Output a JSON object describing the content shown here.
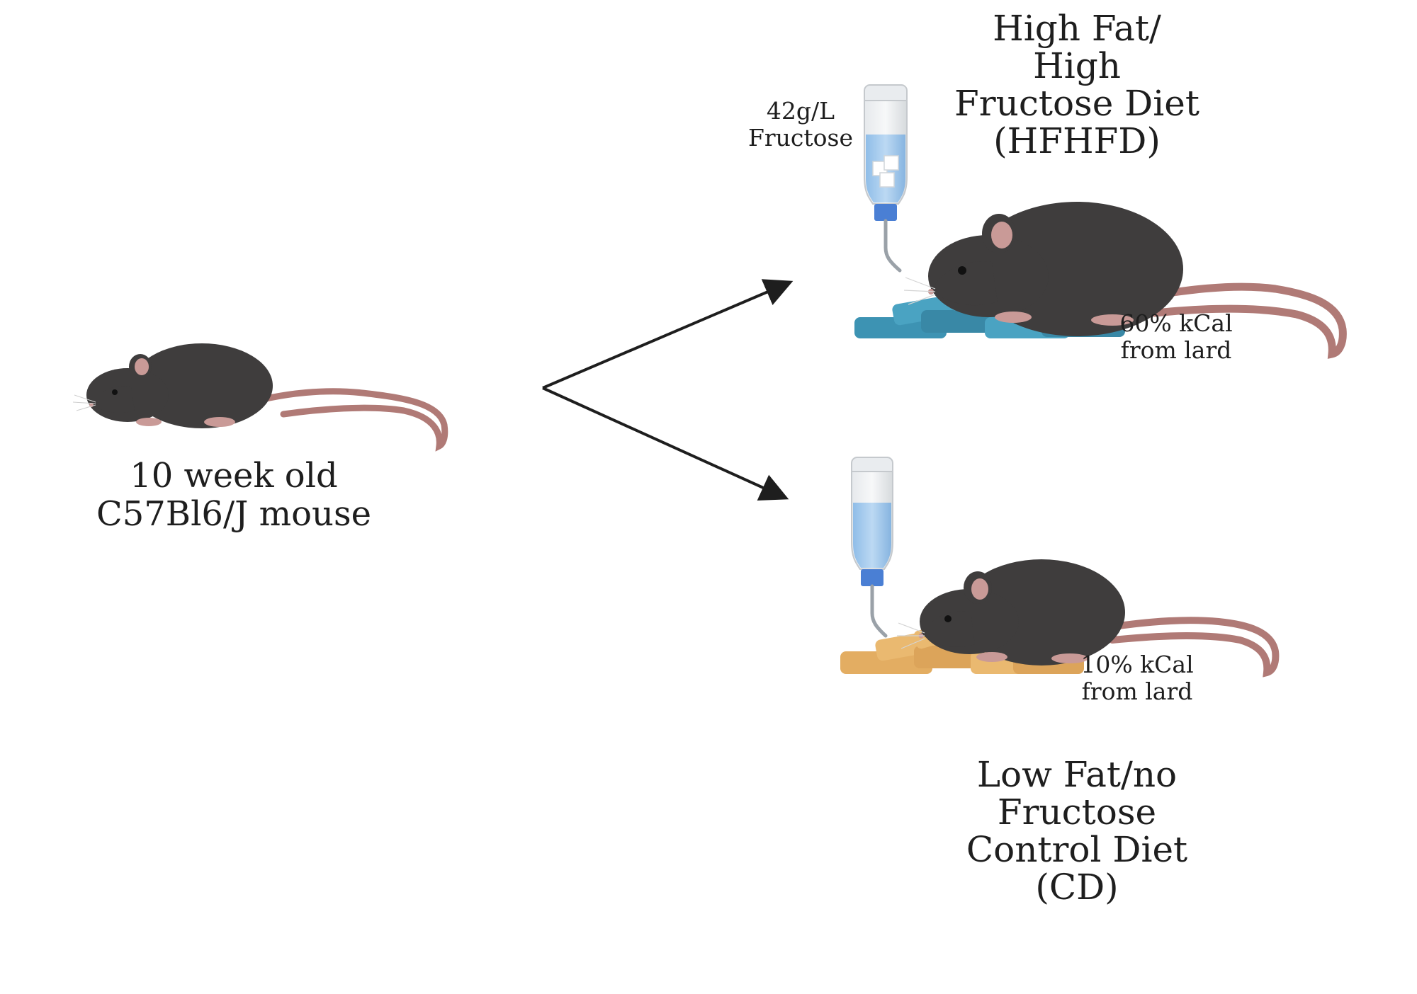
{
  "start": {
    "label_lines": [
      "10 week old",
      "C57Bl6/J mouse"
    ]
  },
  "hfhfd": {
    "title_lines": [
      "High Fat/",
      "High",
      "Fructose Diet",
      "(HFHFD)"
    ],
    "water_lines": [
      "42g/L",
      "Fructose"
    ],
    "fat_lines": [
      "60% kCal",
      "from lard"
    ],
    "chow_color": "#3d93b3"
  },
  "cd": {
    "title_lines": [
      "Low Fat/no",
      "Fructose",
      "Control Diet",
      "(CD)"
    ],
    "fat_lines": [
      "10% kCal",
      "from lard"
    ],
    "chow_color": "#e8b56a"
  },
  "colors": {
    "mouse_body": "#3f3d3d",
    "mouse_ear": "#c99a97",
    "mouse_tail": "#b07a76",
    "water": "#a9cdee",
    "bottle_cap": "#4a7fd4",
    "arrow": "#1e1e1e"
  },
  "icons": [
    "mouse-icon",
    "water-bottle-icon",
    "sugar-cube-icon",
    "chow-pellets-icon",
    "arrow-icon"
  ]
}
